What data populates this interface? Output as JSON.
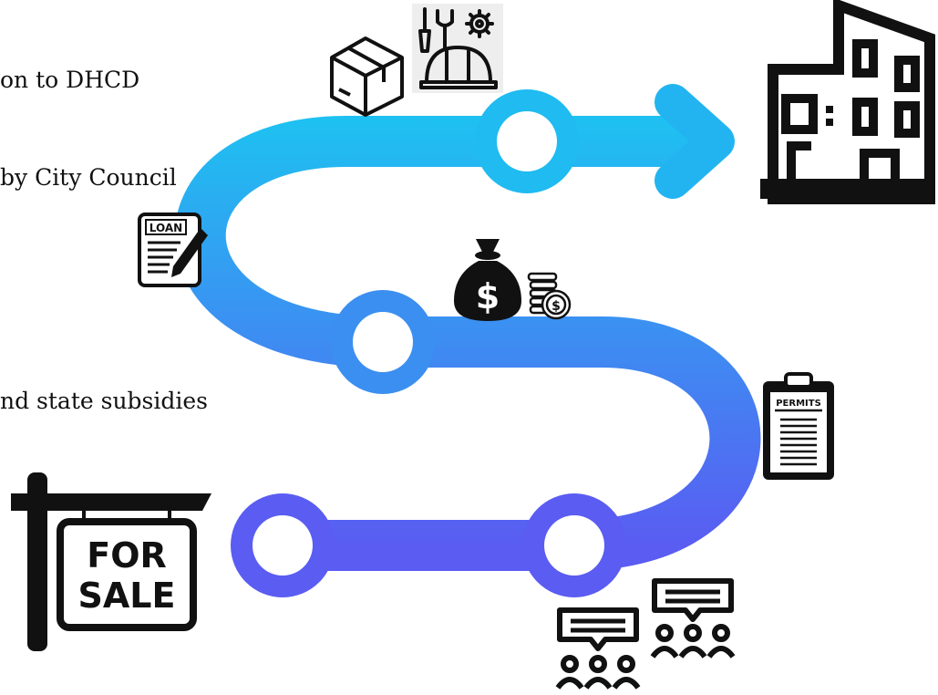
{
  "steps": [
    {
      "text": "on to DHCD"
    },
    {
      "text": "by City Council"
    },
    {
      "text": "nd state subsidies"
    }
  ],
  "icons": {
    "loan_label": "LOAN",
    "permits_label": "PERMITS",
    "sign_line1": "FOR",
    "sign_line2": "SALE",
    "dollar_sign": "$",
    "coin_sign": "$"
  },
  "colors": {
    "path_start": "#5a5cf2",
    "path_end": "#1ec1f1",
    "icon_dark": "#111111"
  }
}
